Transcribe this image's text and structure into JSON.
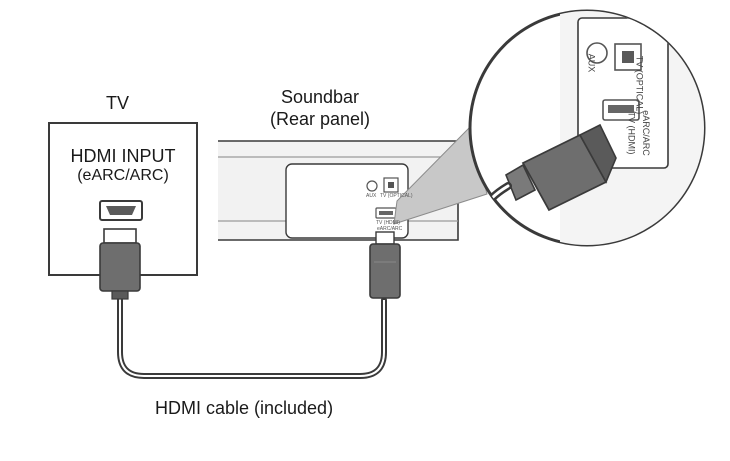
{
  "tv": {
    "label": "TV",
    "port_label": "HDMI INPUT",
    "port_sublabel": "(eARC/ARC)"
  },
  "soundbar": {
    "label_line1": "Soundbar",
    "label_line2": "(Rear panel)",
    "port_aux": "AUX",
    "port_optical": "TV (OPTICAL)",
    "port_hdmi_line1": "TV (HDMI)",
    "port_hdmi_line2": "eARC/ARC"
  },
  "cable": {
    "label": "HDMI cable (included)"
  },
  "colors": {
    "line": "#3a3a3a",
    "connector_fill": "#6e6e6e",
    "connector_dark": "#4a4a4a",
    "soundbar_body": "#f2f2f2",
    "zoom_ray": "#8c8c8c"
  }
}
